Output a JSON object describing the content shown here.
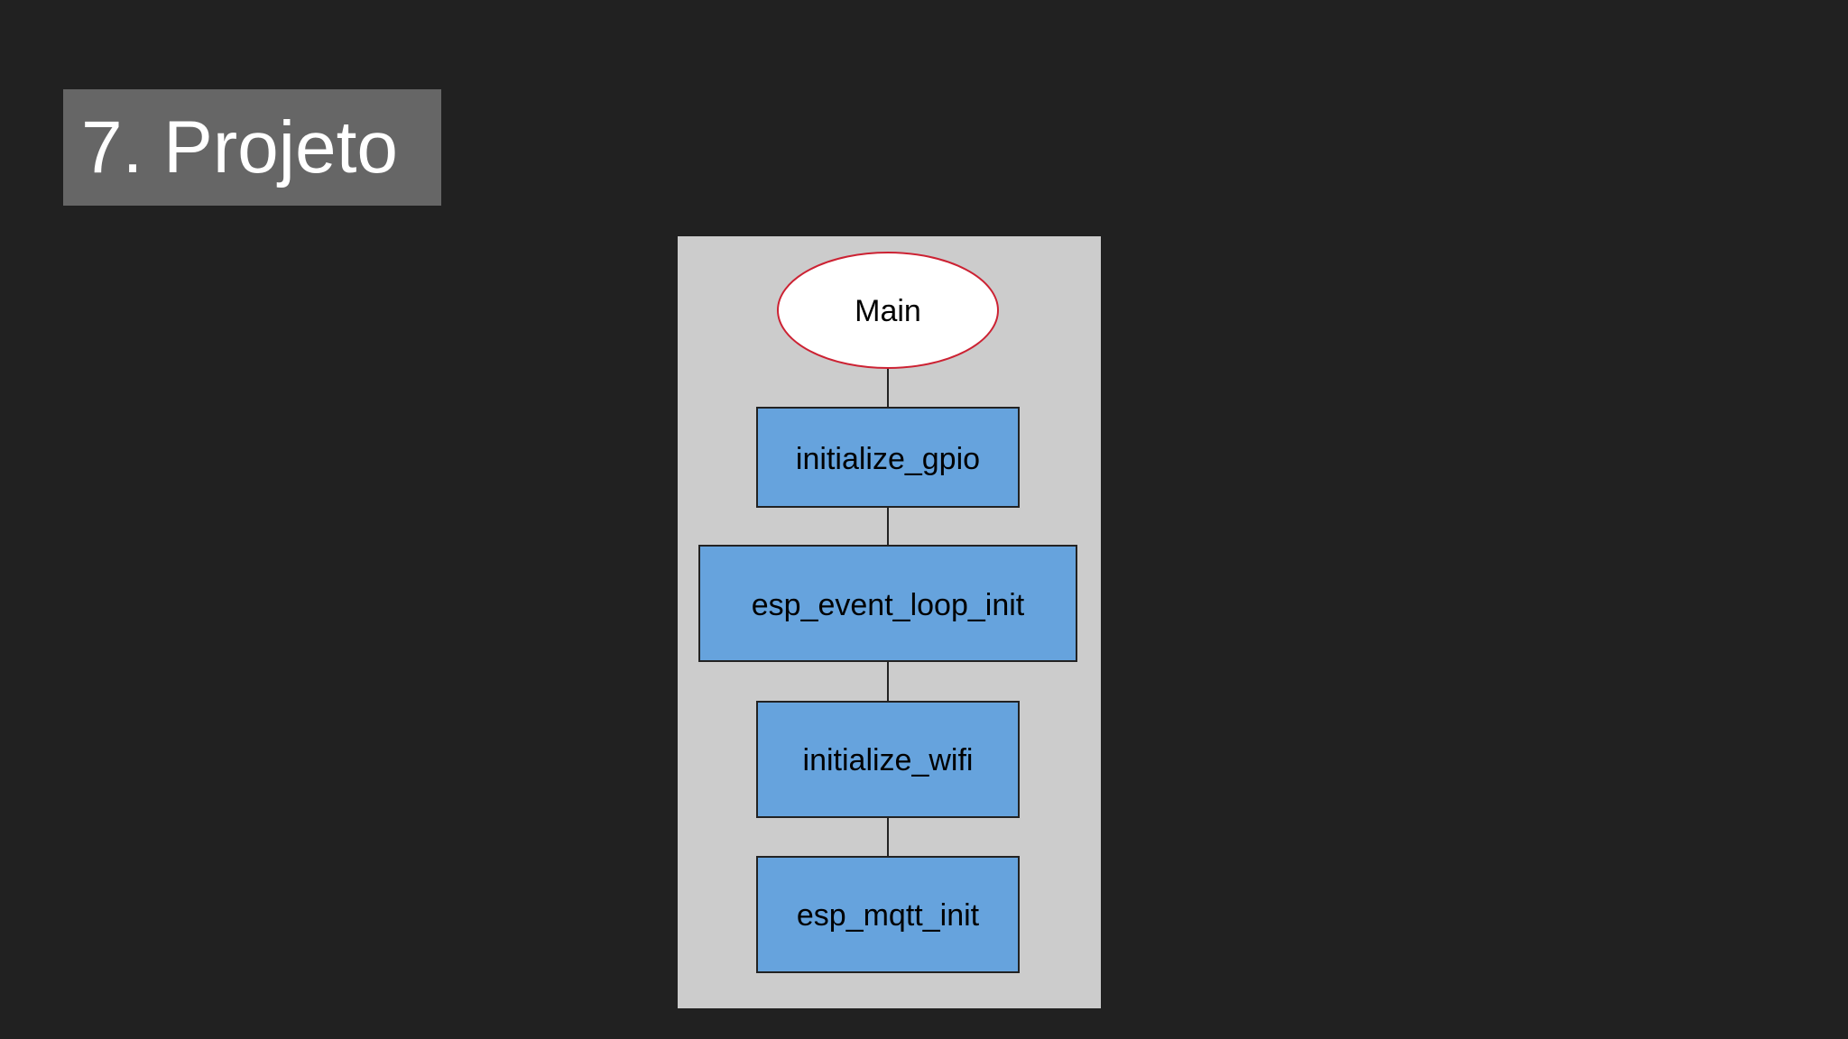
{
  "slide": {
    "title": "7. Projeto"
  },
  "diagram": {
    "nodes": [
      {
        "id": "main",
        "label": "Main",
        "shape": "ellipse"
      },
      {
        "id": "gpio",
        "label": "initialize_gpio",
        "shape": "box"
      },
      {
        "id": "event",
        "label": "esp_event_loop_init",
        "shape": "box"
      },
      {
        "id": "wifi",
        "label": "initialize_wifi",
        "shape": "box"
      },
      {
        "id": "mqtt",
        "label": "esp_mqtt_init",
        "shape": "box"
      }
    ],
    "edges": [
      [
        "main",
        "gpio"
      ],
      [
        "gpio",
        "event"
      ],
      [
        "event",
        "wifi"
      ],
      [
        "wifi",
        "mqtt"
      ]
    ],
    "colors": {
      "background": "#212121",
      "title_box": "#666666",
      "panel": "#cccccc",
      "box_fill": "#66a3dd",
      "ellipse_stroke": "#cc2233",
      "ellipse_fill": "#ffffff"
    }
  }
}
